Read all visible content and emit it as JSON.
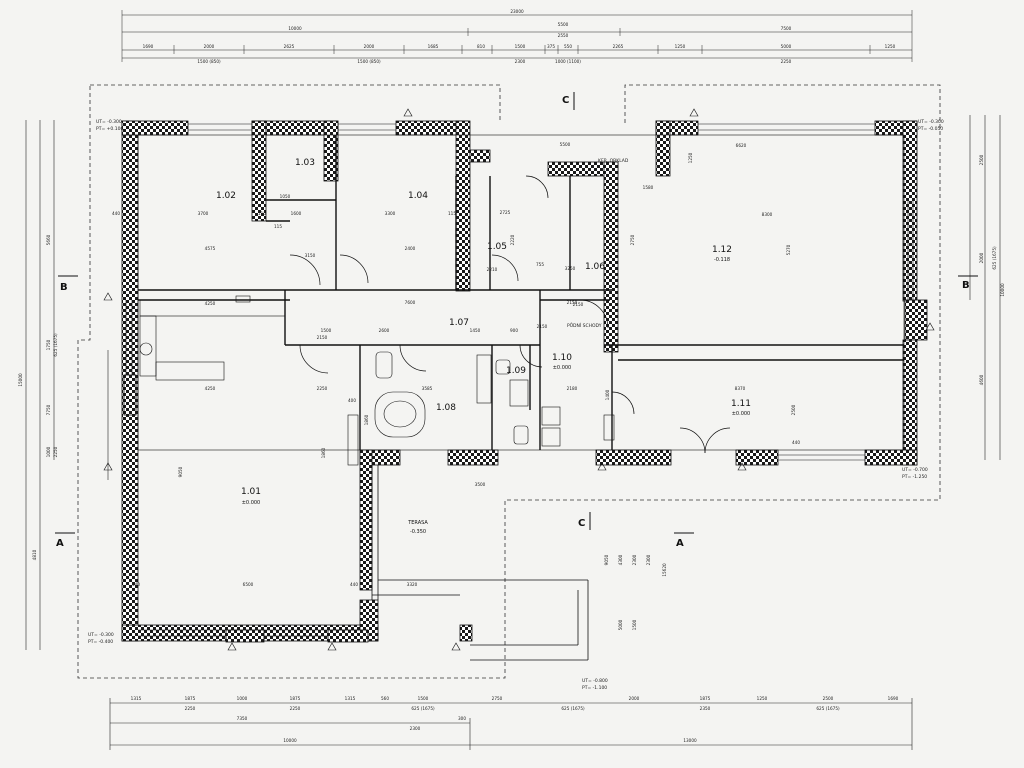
{
  "rooms": [
    {
      "id": "1.01",
      "level": "±0.000"
    },
    {
      "id": "1.02",
      "level": ""
    },
    {
      "id": "1.03",
      "level": ""
    },
    {
      "id": "1.04",
      "level": ""
    },
    {
      "id": "1.05",
      "level": ""
    },
    {
      "id": "1.06",
      "level": ""
    },
    {
      "id": "1.07",
      "level": ""
    },
    {
      "id": "1.08",
      "level": ""
    },
    {
      "id": "1.09",
      "level": ""
    },
    {
      "id": "1.10",
      "level": "±0.000"
    },
    {
      "id": "1.11",
      "level": "±0.000"
    },
    {
      "id": "1.12",
      "level": "-0.118"
    }
  ],
  "terrace": {
    "label": "TERASA",
    "level": "-0.350"
  },
  "section_marks": {
    "a": "A",
    "b": "B",
    "c": "C"
  },
  "levels": {
    "nw": [
      "UT= -0.300",
      "PT= +0.100"
    ],
    "ne": [
      "UT= -0.300",
      "PT= -0.050"
    ],
    "sw": [
      "UT= -0.300",
      "PT= -0.400"
    ],
    "se": [
      "UT= -0.700",
      "PT= -1.250"
    ],
    "s": [
      "UT= -0.800",
      "PT= -1.100"
    ]
  },
  "annotations": {
    "ker": "KER. OBKLAD",
    "pudni": "PŮDNÍ SCHODY"
  },
  "top_dims": {
    "total": "23000",
    "row2": [
      "10000",
      "5500",
      "7500"
    ],
    "row2b": "2550",
    "row3": [
      "1690",
      "2000",
      "2625",
      "2000",
      "1685",
      "810",
      "1500",
      "375",
      "550",
      "2265",
      "1250",
      "5000",
      "1250"
    ],
    "row3b": [
      "1500 (850)",
      "1500 (850)",
      "2300",
      "1000 (1100)",
      "2250"
    ]
  },
  "bottom_dims": {
    "row1": [
      "1315",
      "1875",
      "1000",
      "1875",
      "1315",
      "560",
      "1500",
      "2750",
      "2000",
      "1875",
      "1250",
      "2500",
      "1690"
    ],
    "row1b": [
      "2250",
      "2250",
      "625 (1675)",
      "625 (1675)",
      "2350",
      "625 (1675)"
    ],
    "row2": [
      "7350",
      "300"
    ],
    "row2b": "2300",
    "row3": [
      "10000",
      "13000"
    ]
  },
  "left_dims": [
    "5660",
    "1750",
    "625 (1675)",
    "7750",
    "1000",
    "2250",
    "4810",
    "15000"
  ],
  "right_dims": [
    "2500",
    "2000",
    "625 (1675)",
    "10000",
    "4600"
  ],
  "interior_dims": {
    "r101": [
      "4250",
      "2250",
      "9050",
      "1860",
      "6500",
      "440",
      "440"
    ],
    "r102": [
      "440",
      "3700",
      "4575",
      "4250",
      "115"
    ],
    "r103": [
      "1050",
      "3150",
      "1600",
      "115"
    ],
    "r104": [
      "3300",
      "2400",
      "115"
    ],
    "r105": [
      "2725",
      "2220",
      "2210",
      "755",
      "3250"
    ],
    "r107": [
      "7600",
      "2150",
      "2600",
      "1450",
      "2150",
      "1500",
      "900",
      "2150"
    ],
    "r108": [
      "3585",
      "1860",
      "400"
    ],
    "r110": [
      "2180",
      "1400",
      "2150"
    ],
    "r111": [
      "8370",
      "2500",
      "440"
    ],
    "r112": [
      "6620",
      "8300",
      "5270",
      "2750",
      "1580",
      "1250",
      "5500"
    ],
    "terrace": [
      "3500",
      "3320",
      "9050",
      "15620",
      "4300",
      "2300",
      "2300",
      "5000",
      "1500"
    ]
  }
}
